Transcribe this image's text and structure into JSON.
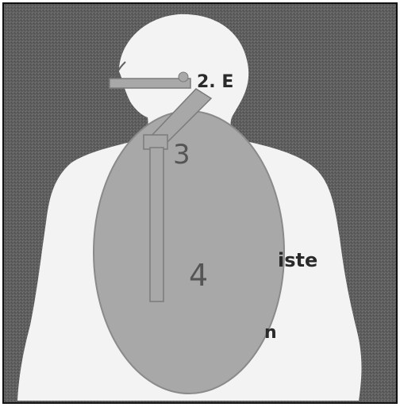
{
  "diagram": {
    "labels": {
      "nose_tube": "2. E",
      "junction": "3",
      "lung": "4",
      "right_mid": "iste",
      "right_low": "n"
    },
    "colors": {
      "background": "#5f5f5f",
      "body": "#f3f3f3",
      "organ_fill": "#a8a8a8",
      "organ_outline": "#8a8a8a",
      "text": "#555555",
      "text_dark": "#2a2a2a",
      "frame": "#000000"
    }
  }
}
